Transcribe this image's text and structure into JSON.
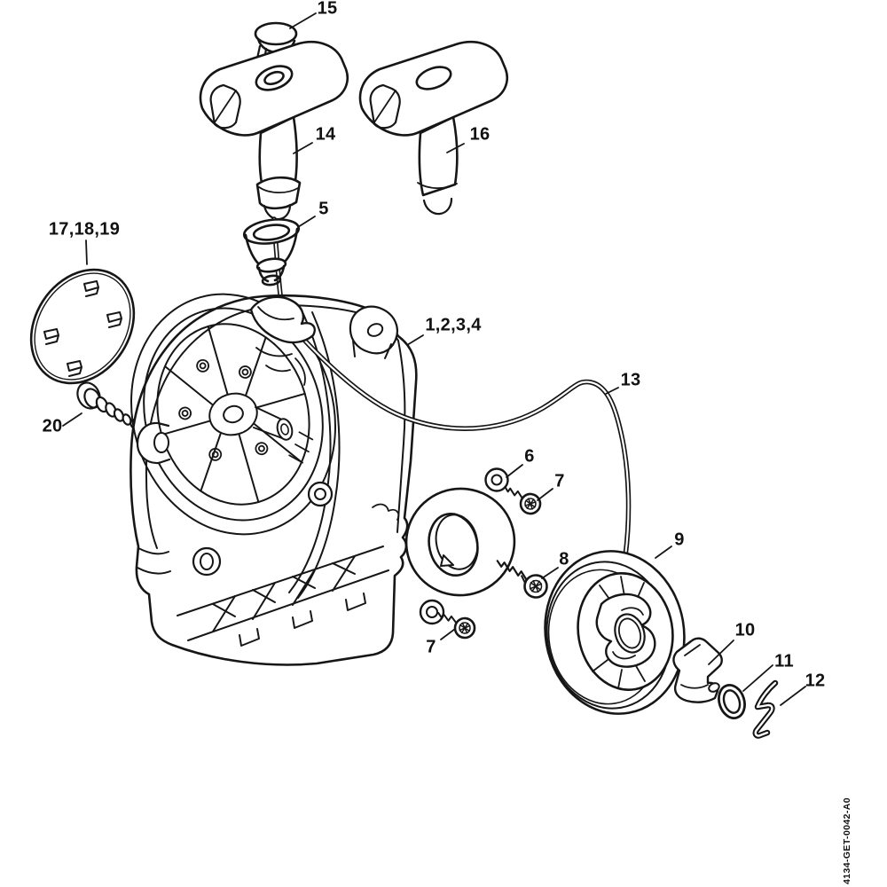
{
  "canvas": {
    "background": "#ffffff",
    "line_color": "#161616"
  },
  "callouts": {
    "cap": "15",
    "starter_grip": "14",
    "elastostart_grip": "16",
    "rope_bushing": "5",
    "cover_group": "17,18,19",
    "cover_screw": "20",
    "fan_housing_group": "1,2,3,4",
    "starter_rope": "13",
    "rope_guide_plate": "6",
    "plate_screw_upper": "7",
    "plate_screw_lower": "7",
    "rotor_screw": "8",
    "rope_rotor": "9",
    "pawl": "10",
    "washer": "11",
    "spring_clip": "12"
  },
  "footer": {
    "drawing_number": "4134-GET-0042-A0"
  }
}
